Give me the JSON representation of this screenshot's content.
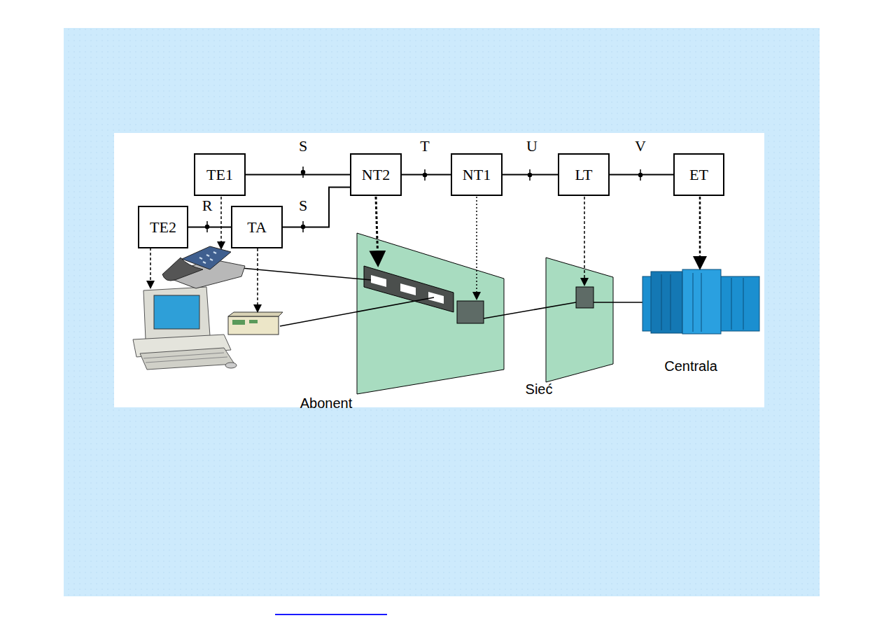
{
  "diagram": {
    "nodes": [
      {
        "text": [
          "TE1"
        ]
      },
      {
        "text": [
          "NT2"
        ]
      },
      {
        "text": [
          "NT1"
        ]
      },
      {
        "text": [
          "LT"
        ]
      },
      {
        "text": [
          "ET"
        ]
      },
      {
        "text": [
          "TE2"
        ]
      },
      {
        "text": [
          "TA"
        ]
      }
    ],
    "edges": [
      {
        "from": 0,
        "to": 1,
        "arrow": "none"
      },
      {
        "from": 6,
        "to": 1,
        "arrow": "none"
      },
      {
        "from": 5,
        "to": 6,
        "arrow": "none"
      },
      {
        "from": 1,
        "to": 2,
        "arrow": "none"
      },
      {
        "from": 2,
        "to": 3,
        "arrow": "none"
      },
      {
        "from": 3,
        "to": 4,
        "arrow": "none"
      }
    ],
    "labels": [
      "S",
      "T",
      "U",
      "V",
      "R",
      "S",
      "Abonent",
      "Sieć",
      "Centrala"
    ]
  }
}
